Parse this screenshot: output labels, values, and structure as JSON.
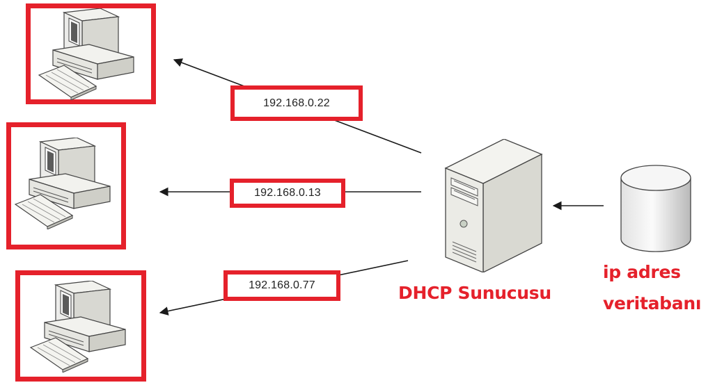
{
  "diagram": {
    "server": {
      "label": "DHCP Sunucusu",
      "icon": "server-tower-icon"
    },
    "database": {
      "label_line1": "ip adres",
      "label_line2": "veritabanı",
      "icon": "database-cylinder-icon"
    },
    "clients": [
      {
        "ip": "192.168.0.22",
        "icon": "desktop-computer-icon"
      },
      {
        "ip": "192.168.0.13",
        "icon": "desktop-computer-icon"
      },
      {
        "ip": "192.168.0.77",
        "icon": "desktop-computer-icon"
      }
    ],
    "colors": {
      "highlight": "#e5212b",
      "arrow": "#1a1a1a"
    }
  }
}
